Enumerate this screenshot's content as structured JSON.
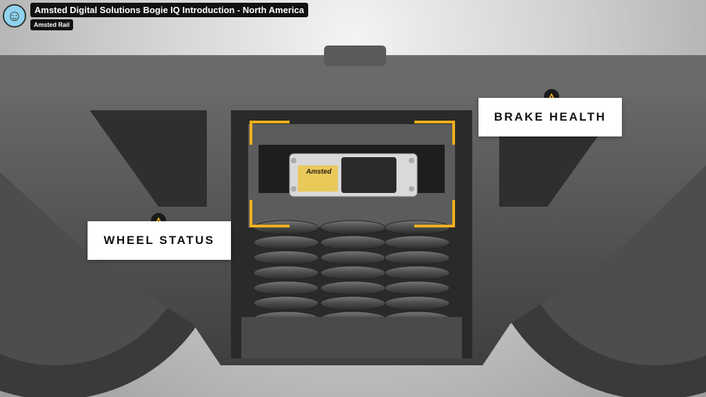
{
  "video": {
    "title": "Amsted Digital Solutions Bogie IQ Introduction - North America",
    "channel": "Amsted Rail"
  },
  "sensor": {
    "brand": "Amsted"
  },
  "callouts": [
    {
      "label": "BRAKE HEALTH",
      "icon": "warning-icon"
    },
    {
      "label": "WHEEL STATUS",
      "icon": "warning-icon"
    }
  ],
  "colors": {
    "accent": "#f2b01e",
    "panel": "#ffffff"
  }
}
